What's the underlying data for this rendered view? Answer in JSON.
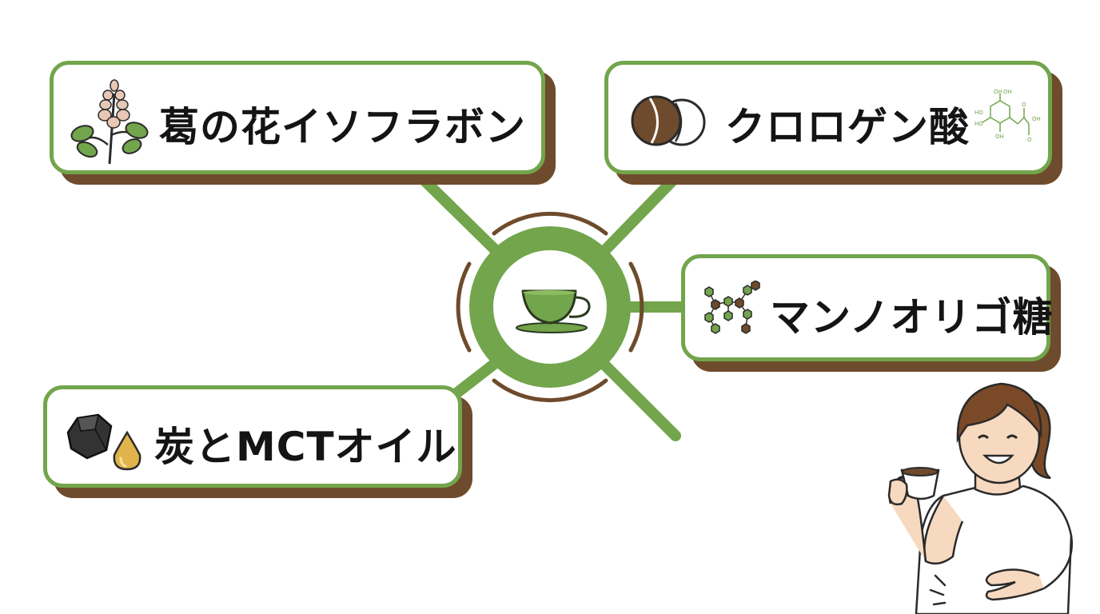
{
  "center": {
    "icon": "green-teacup-icon"
  },
  "items": [
    {
      "label": "葛の花イソフラボン",
      "icon": "kudzu-flower-icon"
    },
    {
      "label": "クロロゲン酸",
      "icon": "coffee-bean-icon",
      "extra_icon": "chemical-structure-icon",
      "structure_text": [
        "OH",
        "OH",
        "HO",
        "HO",
        "OH",
        "OH",
        "O",
        "O"
      ]
    },
    {
      "label": "マンノオリゴ糖",
      "icon": "molecule-chain-icon"
    },
    {
      "label": "炭とMCTオイル",
      "icon": "charcoal-oil-drop-icon"
    }
  ],
  "person": {
    "icon": "woman-drinking-coffee-icon"
  },
  "colors": {
    "green": "#72a54c",
    "brown": "#6e4b2c",
    "text": "#141414"
  }
}
